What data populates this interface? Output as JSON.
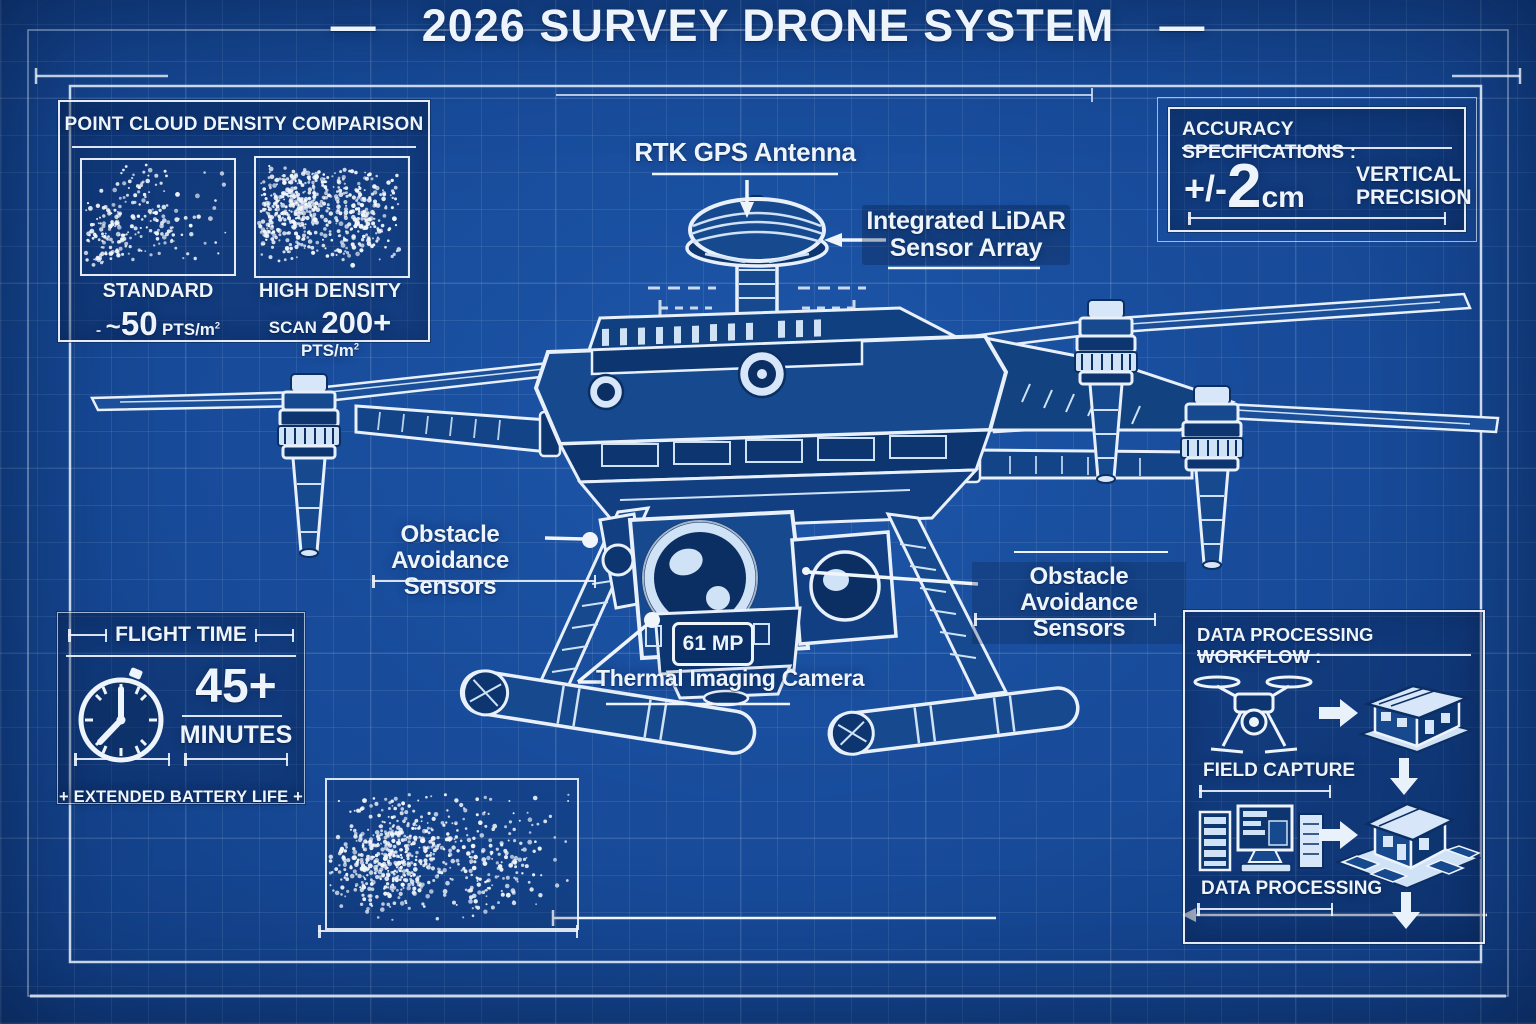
{
  "title": {
    "text": "2026 SURVEY DRONE SYSTEM",
    "dash": "—"
  },
  "colors": {
    "background": "#174a98",
    "panel_fill": "#0d3570",
    "ink": "#eef4fc",
    "grid": "#d2e2f8"
  },
  "point_cloud_box": {
    "title": "POINT CLOUD DENSITY COMPARISON",
    "standard": {
      "label": "STANDARD",
      "dash_prefix": "-",
      "approx": "~",
      "value": "50",
      "unit": "PTS/m",
      "unit_sup": "2"
    },
    "high_density": {
      "label": "HIGH DENSITY",
      "prefix": "SCAN",
      "value": "200+",
      "unit": "PTS/m",
      "unit_sup": "2"
    }
  },
  "accuracy_box": {
    "title": "ACCURACY SPECIFICATIONS :",
    "sign": "+/-",
    "number": "2",
    "unit": "cm",
    "label_line1": "VERTICAL",
    "label_line2": "PRECISION"
  },
  "callouts": {
    "rtk": "RTK GPS Antenna",
    "lidar_line1": "Integrated LiDAR",
    "lidar_line2": "Sensor Array",
    "obstacle_left_line1": "Obstacle Avoidance",
    "obstacle_left_line2": "Sensors",
    "obstacle_right_line1": "Obstacle Avoidance",
    "obstacle_right_line2": "Sensors",
    "thermal": "Thermal Imaging Camera",
    "camera_badge": "61 MP"
  },
  "flight_time_box": {
    "title": "FLIGHT TIME",
    "value": "45+",
    "unit": "MINUTES",
    "footer": "+ EXTENDED BATTERY LIFE +"
  },
  "workflow_box": {
    "title": "DATA PROCESSING WORKFLOW :",
    "steps": [
      {
        "label": "FIELD CAPTURE"
      },
      {
        "label": "DATA PROCESSING"
      }
    ]
  },
  "icons": [
    "clock-icon",
    "drone-icon",
    "house-icon",
    "computer-icon",
    "arrow-right-icon",
    "arrow-down-icon",
    "gps-antenna-dome",
    "camera-lens-icon",
    "point-cloud-scatter"
  ]
}
